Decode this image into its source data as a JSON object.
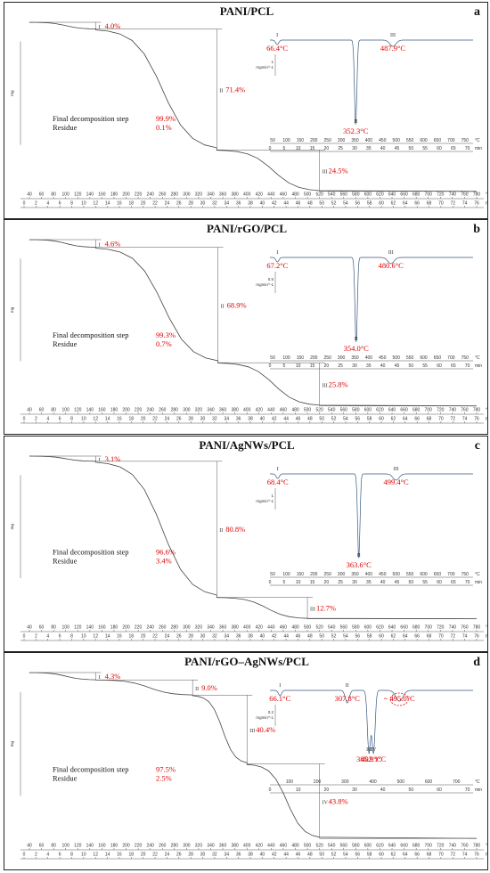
{
  "axis_temps": [
    "40",
    "60",
    "80",
    "100",
    "120",
    "140",
    "160",
    "180",
    "200",
    "220",
    "240",
    "260",
    "280",
    "300",
    "320",
    "340",
    "360",
    "380",
    "400",
    "420",
    "440",
    "460",
    "480",
    "500",
    "520",
    "540",
    "560",
    "580",
    "600",
    "620",
    "640",
    "660",
    "680",
    "700",
    "720",
    "740",
    "760",
    "780"
  ],
  "axis_mins": [
    "0",
    "2",
    "4",
    "6",
    "8",
    "10",
    "12",
    "14",
    "16",
    "18",
    "20",
    "22",
    "24",
    "26",
    "28",
    "30",
    "32",
    "34",
    "36",
    "38",
    "40",
    "42",
    "44",
    "46",
    "48",
    "50",
    "52",
    "54",
    "56",
    "58",
    "60",
    "62",
    "64",
    "66",
    "68",
    "70",
    "72",
    "74",
    "76"
  ],
  "axis_unit_temp": "°C",
  "axis_unit_min": "min",
  "inset_temps": [
    "50",
    "100",
    "150",
    "200",
    "250",
    "300",
    "350",
    "400",
    "450",
    "500",
    "550",
    "600",
    "650",
    "700",
    "750"
  ],
  "inset_mins": [
    "0",
    "5",
    "10",
    "15",
    "20",
    "25",
    "30",
    "35",
    "40",
    "45",
    "50",
    "55",
    "60",
    "65",
    "70"
  ],
  "inset_temps_d": [
    "100",
    "200",
    "300",
    "400",
    "500",
    "600",
    "700"
  ],
  "inset_mins_d": [
    "0",
    "10",
    "20",
    "30",
    "40",
    "50",
    "60",
    "70"
  ],
  "ylabel": "mg",
  "final_label": "Final decomposition step",
  "residue_label": "Residue",
  "roman": [
    "I",
    "II",
    "III",
    "IV"
  ],
  "chart_data": [
    {
      "type": "line",
      "letter": "a",
      "title": "PANI/PCL",
      "steps": [
        {
          "label": "I",
          "mass_loss": "4.0%"
        },
        {
          "label": "II",
          "mass_loss": "71.4%"
        },
        {
          "label": "III",
          "mass_loss": "24.5%"
        }
      ],
      "final_decomposition_step": "99.9%",
      "residue": "0.1%",
      "dtg_peaks": [
        "66.4°C",
        "352.3°C",
        "487.9°C"
      ],
      "dtg_scale": "1",
      "dtg_unit": "mgmin^-1"
    },
    {
      "type": "line",
      "letter": "b",
      "title": "PANI/rGO/PCL",
      "steps": [
        {
          "label": "I",
          "mass_loss": "4.6%"
        },
        {
          "label": "II",
          "mass_loss": "68.9%"
        },
        {
          "label": "III",
          "mass_loss": "25.8%"
        }
      ],
      "final_decomposition_step": "99.3%",
      "residue": "0.7%",
      "dtg_peaks": [
        "67.2°C",
        "354.0°C",
        "480.6°C"
      ],
      "dtg_scale": "0.5",
      "dtg_unit": "mgmin^-1"
    },
    {
      "type": "line",
      "letter": "c",
      "title": "PANI/AgNWs/PCL",
      "steps": [
        {
          "label": "I",
          "mass_loss": "3.1%"
        },
        {
          "label": "II",
          "mass_loss": "80.8%"
        },
        {
          "label": "III",
          "mass_loss": "12.7%"
        }
      ],
      "final_decomposition_step": "96.6%",
      "residue": "3.4%",
      "dtg_peaks": [
        "68.4°C",
        "363.6°C",
        "499.4°C"
      ],
      "dtg_scale": "1",
      "dtg_unit": "mgmin^-1"
    },
    {
      "type": "line",
      "letter": "d",
      "title": "PANI/rGO–AgNWs/PCL",
      "steps": [
        {
          "label": "I",
          "mass_loss": "4.3%"
        },
        {
          "label": "II",
          "mass_loss": "9.0%"
        },
        {
          "label": "III",
          "mass_loss": "40.4%"
        },
        {
          "label": "IV",
          "mass_loss": "43.8%"
        }
      ],
      "final_decomposition_step": "97.5%",
      "residue": "2.5%",
      "dtg_peaks": [
        "66.1°C",
        "307.8°C",
        "385.9°C",
        "402.1°C",
        "~ 495.0°C"
      ],
      "dtg_scale": "0.2",
      "dtg_unit": "mgmin^-1"
    }
  ]
}
